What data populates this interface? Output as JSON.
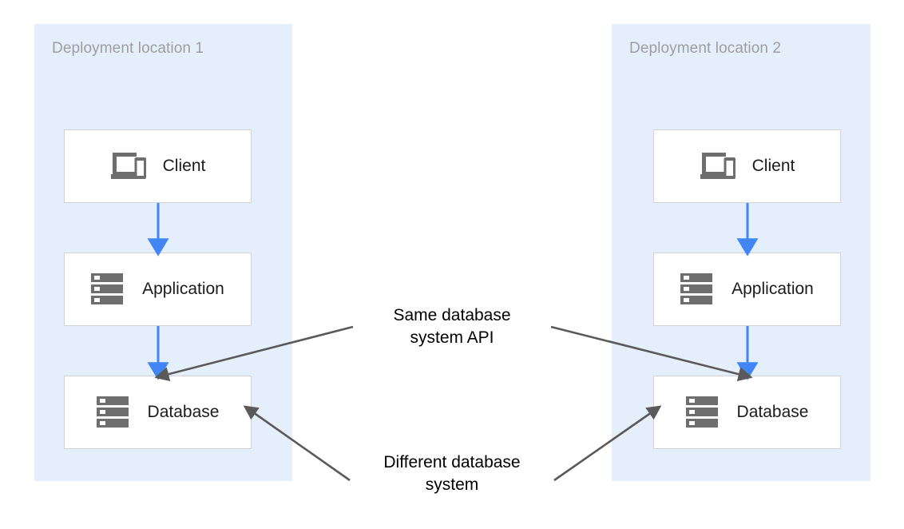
{
  "diagram": {
    "title_icon": "diagram-canvas",
    "panels": [
      {
        "id": "deployment-location-1",
        "title": "Deployment location 1",
        "nodes": [
          {
            "id": "client",
            "label": "Client",
            "icon": "devices-icon"
          },
          {
            "id": "application",
            "label": "Application",
            "icon": "server-icon"
          },
          {
            "id": "database",
            "label": "Database",
            "icon": "server-icon"
          }
        ]
      },
      {
        "id": "deployment-location-2",
        "title": "Deployment location 2",
        "nodes": [
          {
            "id": "client",
            "label": "Client",
            "icon": "devices-icon"
          },
          {
            "id": "application",
            "label": "Application",
            "icon": "server-icon"
          },
          {
            "id": "database",
            "label": "Database",
            "icon": "server-icon"
          }
        ]
      }
    ],
    "annotations": [
      {
        "id": "same-api",
        "text": "Same database\nsystem API"
      },
      {
        "id": "different-system",
        "text": "Different database\nsystem"
      }
    ],
    "colors": {
      "panel_background": "#e4effb",
      "panel_title": "#9e9e9e",
      "node_background": "#ffffff",
      "node_border": "#d0d4d9",
      "node_label": "#1b1b1b",
      "flow_arrow": "#4285f4",
      "annotation_arrow": "#5a5a5a",
      "icon": "#6e6e6e",
      "page_background": "#ffffff"
    }
  }
}
